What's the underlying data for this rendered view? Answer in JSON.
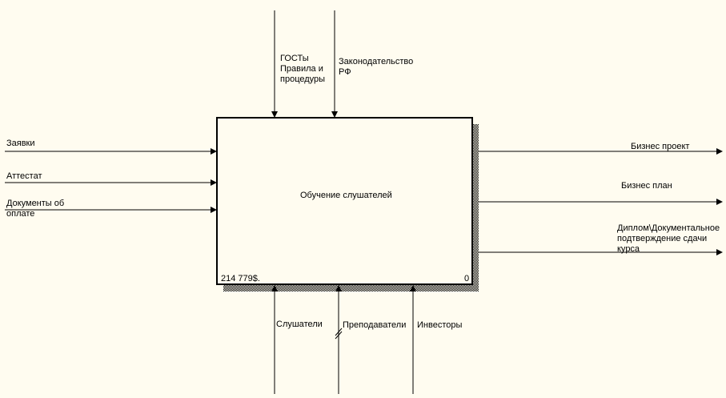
{
  "activity": {
    "title": "Обучение слушателей",
    "cost": "214 779$.",
    "node_number": "0"
  },
  "inputs": [
    {
      "label": "Заявки"
    },
    {
      "label": "Аттестат"
    },
    {
      "label": "Документы об\nоплате"
    }
  ],
  "controls": [
    {
      "label": "ГОСТы\nПравила и\nпроцедуры"
    },
    {
      "label": "Законодательство\nРФ"
    }
  ],
  "outputs": [
    {
      "label": "Бизнес проект"
    },
    {
      "label": "Бизнес план"
    },
    {
      "label": "Диплом\\Документальное\nподтверждение сдачи\nкурса"
    }
  ],
  "mechanisms": [
    {
      "label": "Слушатели"
    },
    {
      "label": "Преподаватели",
      "tunneled": true
    },
    {
      "label": "Инвесторы"
    }
  ]
}
